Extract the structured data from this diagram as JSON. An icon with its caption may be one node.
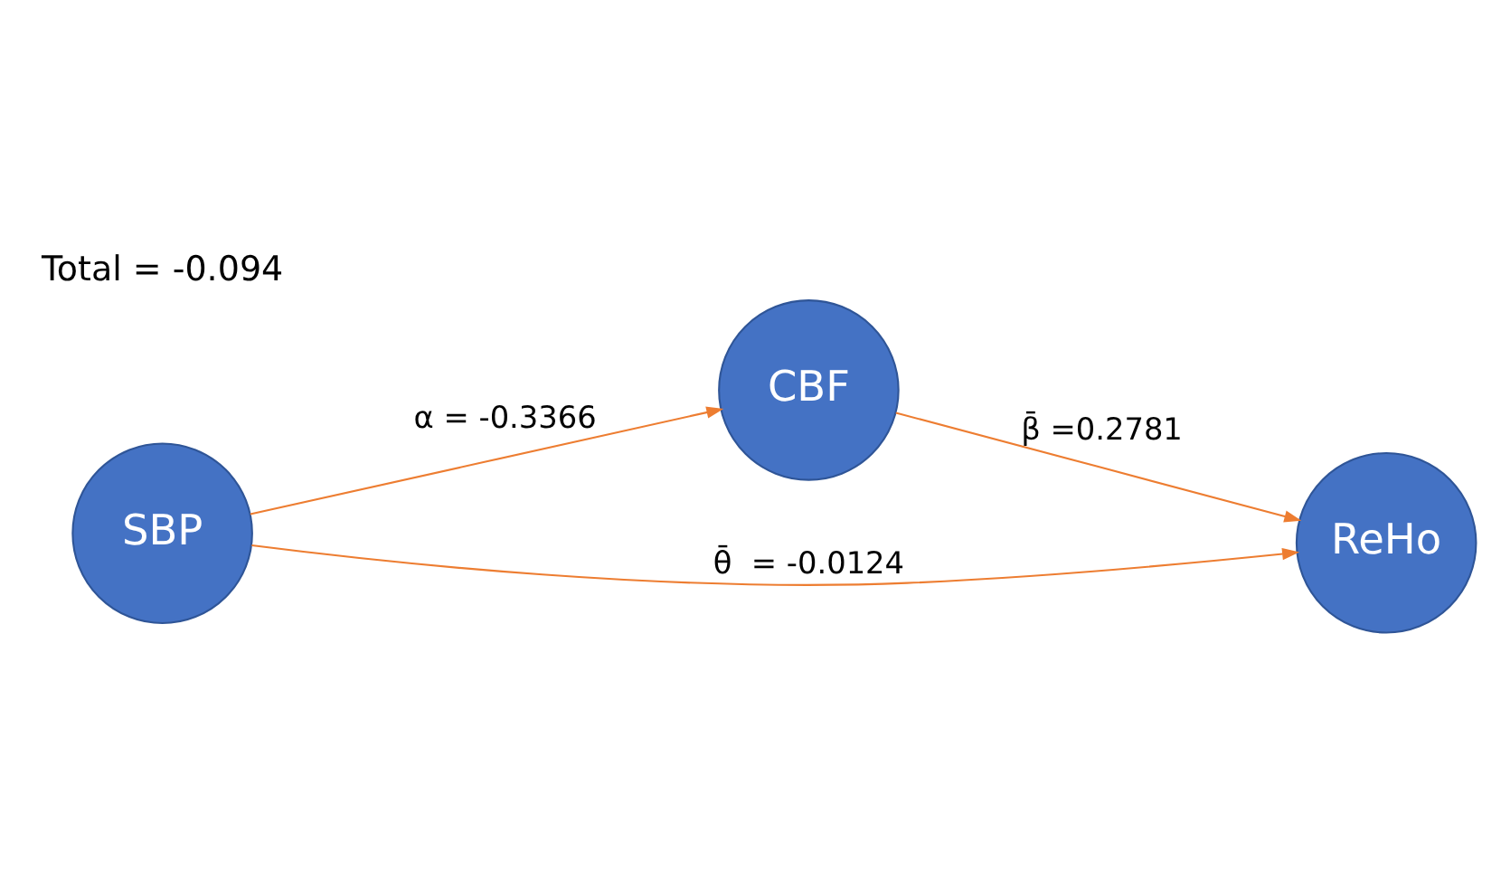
{
  "diagram": {
    "nodes": [
      {
        "text": [
          "CBF"
        ]
      },
      {
        "text": [
          "SBP"
        ]
      },
      {
        "text": [
          "ReHo"
        ]
      }
    ],
    "edges": [
      {
        "from": 1,
        "to": 0,
        "arrow": "to",
        "label": "α = -0.3366"
      },
      {
        "from": 0,
        "to": 2,
        "arrow": "to",
        "label": "β̄ =0.2781"
      },
      {
        "from": 1,
        "to": 2,
        "arrow": "to",
        "label": "θ̄  = -0.0124"
      }
    ],
    "labels": [
      "Total = -0.094"
    ]
  }
}
